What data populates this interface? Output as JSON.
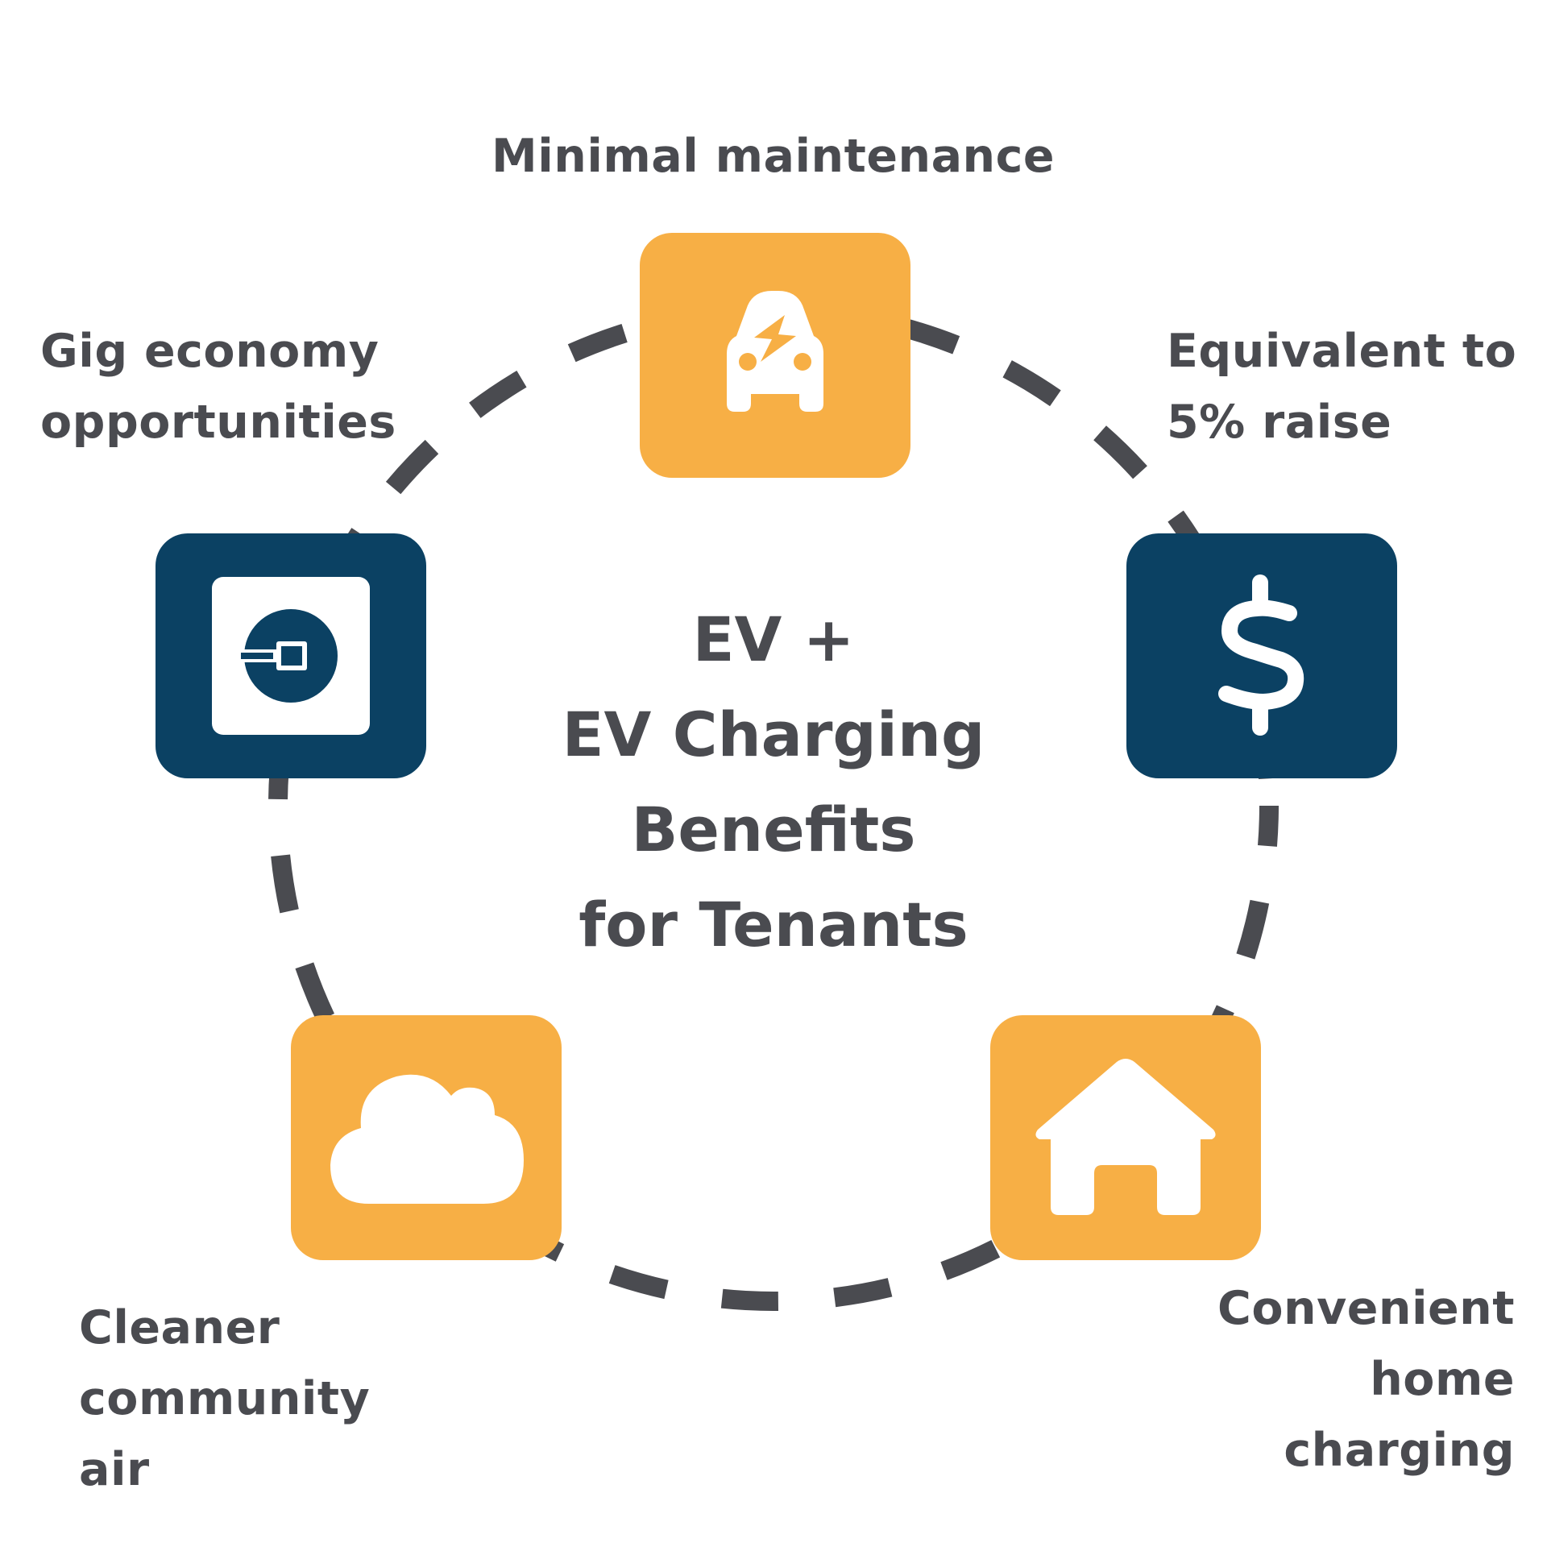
{
  "title": "EV +\nEV Charging\nBenefits\nfor Tenants",
  "colors": {
    "text": "#4a4b50",
    "ring": "#4a4b50",
    "orange": "#f7af45",
    "navy": "#0b4163",
    "icon": "#ffffff"
  },
  "benefits": [
    {
      "label": "Minimal maintenance",
      "icon": "electric-car-icon",
      "tile_color": "orange"
    },
    {
      "label": "Equivalent to\n5% raise",
      "icon": "dollar-icon",
      "tile_color": "navy"
    },
    {
      "label": "Convenient\nhome\ncharging",
      "icon": "home-icon",
      "tile_color": "orange"
    },
    {
      "label": "Cleaner\ncommunity\nair",
      "icon": "cloud-icon",
      "tile_color": "orange"
    },
    {
      "label": "Gig economy\nopportunities",
      "icon": "uber-logo-icon",
      "tile_color": "navy"
    }
  ]
}
